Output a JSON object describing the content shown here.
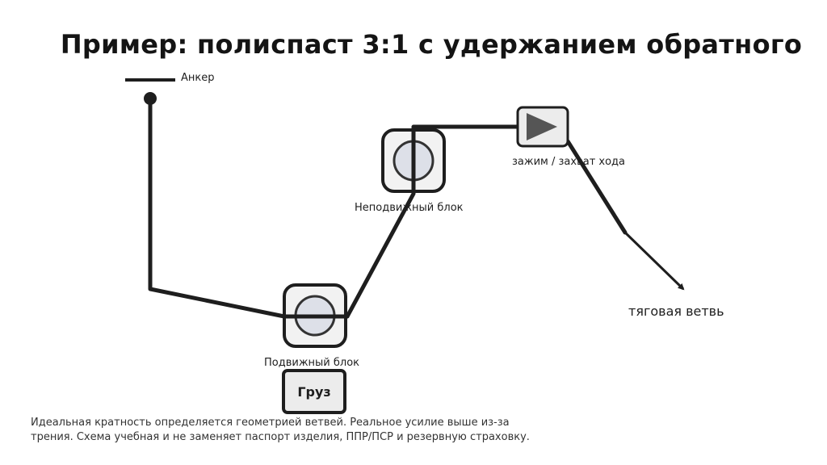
{
  "title": "Пример: полиспаст 3:1 с удержанием обратного",
  "labels": {
    "anchor": "Анкер",
    "fixed_block": "Неподвижный блок",
    "clamp": "зажим / захват хода",
    "pull_line": "тяговая ветвь",
    "moving_block": "Подвижный блок",
    "load": "Груз"
  },
  "note": "Идеальная кратность определяется геометрией ветвей. Реальное усилие выше из-за трения. Схема учебная и не заменяет паспорт изделия, ППР/ПСР и резервную страховку.",
  "colors": {
    "rope": "#1e1e1e",
    "block_fill": "#f2f2f2",
    "sheave_fill": "#dde0e8",
    "clamp_arrow": "#555555"
  },
  "icons": {
    "anchor": "anchor-point-icon",
    "fixed_block": "pulley-icon",
    "moving_block": "pulley-icon",
    "clamp": "play-triangle-icon",
    "pull_line": "arrow-icon"
  }
}
